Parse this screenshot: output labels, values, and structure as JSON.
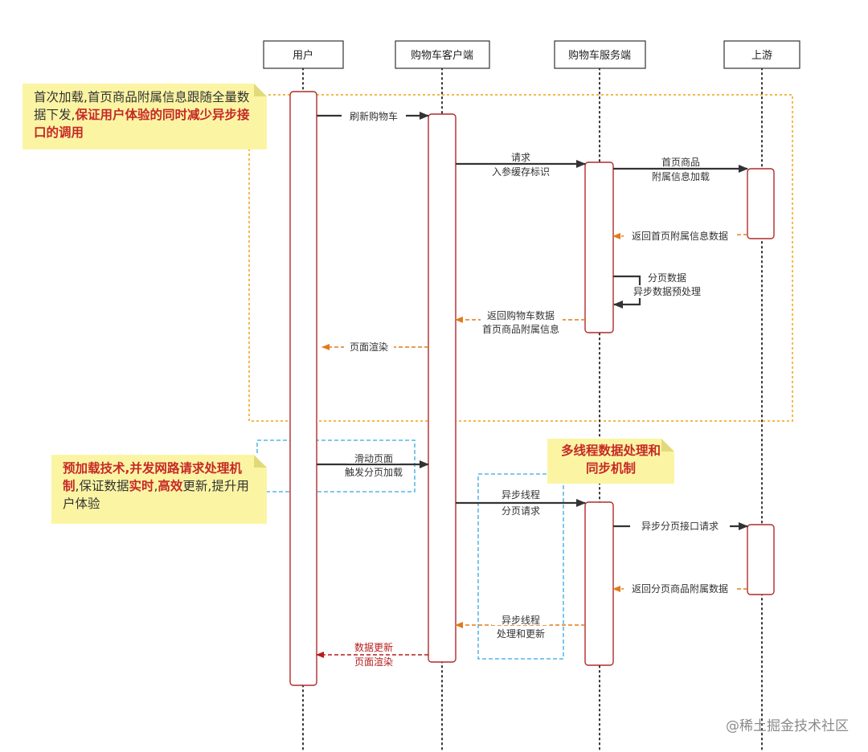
{
  "participants": [
    "用户",
    "购物车客户端",
    "购物车服务端",
    "上游"
  ],
  "messages": {
    "refresh_cart": "刷新购物车",
    "request_l1": "请求",
    "request_l2": "入参缓存标识",
    "home_info_l1": "首页商品",
    "home_info_l2": "附属信息加载",
    "return_home_info": "返回首页附属信息数据",
    "paging_l1": "分页数据",
    "paging_l2": "异步数据预处理",
    "return_cart_l1": "返回购物车数据",
    "return_cart_l2": "首页商品附属信息",
    "page_render": "页面渲染",
    "scroll_l1": "滑动页面",
    "scroll_l2": "触发分页加载",
    "async_req_l1": "异步线程",
    "async_req_l2": "分页请求",
    "async_paging_api": "异步分页接口请求",
    "return_paging_info": "返回分页商品附属数据",
    "async_update_l1": "异步线程",
    "async_update_l2": "处理和更新",
    "data_update_l1": "数据更新",
    "data_update_l2": "页面渲染"
  },
  "notes": {
    "first": {
      "normal": "首次加载,首页商品附属信息跟随全量数据下发,",
      "highlight": "保证用户体验的同时减少异步接口的调用"
    },
    "second": {
      "part1": "预加载技术,并发网路请求处理机制",
      "part2": ",保证数据",
      "part3": "实时",
      "part4": ",",
      "part5": "高效",
      "part6": "更新,提升用户体验"
    },
    "third": "多线程数据处理和同步机制"
  },
  "watermark": "@稀土掘金技术社区",
  "colors": {
    "lifeline": "#333333",
    "activation": "#b02a2a",
    "arrow": "#333333",
    "return_arrow": "#e07b1a",
    "highlight_arrow": "#b71c1c",
    "orange_frame": "#f5b94a",
    "blue_frame": "#35a8e0",
    "note_bg": "#fbf5a3",
    "note_red": "#c62828"
  }
}
